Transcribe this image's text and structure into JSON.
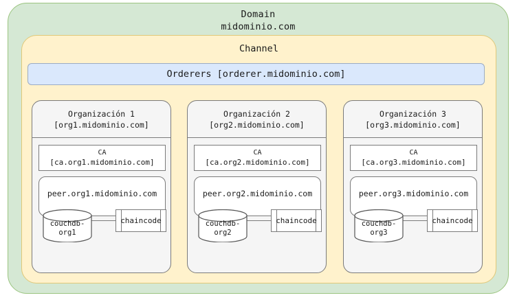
{
  "domain": {
    "title_line1": "Domain",
    "title_line2": "midominio.com",
    "color": "#d5e8d4"
  },
  "channel": {
    "title": "Channel",
    "color": "#fff2cc"
  },
  "orderers": {
    "label": "Orderers [orderer.midominio.com]",
    "color": "#dae8fc"
  },
  "organizations": [
    {
      "name": "Organización 1",
      "domain": "[org1.midominio.com]",
      "ca_title": "CA",
      "ca_domain": "[ca.org1.midominio.com]",
      "peer": "peer.org1.midominio.com",
      "couchdb": "couchdb-\norg1",
      "chaincode": "chaincode"
    },
    {
      "name": "Organización 2",
      "domain": "[org2.midominio.com]",
      "ca_title": "CA",
      "ca_domain": "[ca.org2.midominio.com]",
      "peer": "peer.org2.midominio.com",
      "couchdb": "couchdb-\norg2",
      "chaincode": "chaincode"
    },
    {
      "name": "Organización 3",
      "domain": "[org3.midominio.com]",
      "ca_title": "CA",
      "ca_domain": "[ca.org3.midominio.com]",
      "peer": "peer.org3.midominio.com",
      "couchdb": "couchdb-\norg3",
      "chaincode": "chaincode"
    }
  ]
}
